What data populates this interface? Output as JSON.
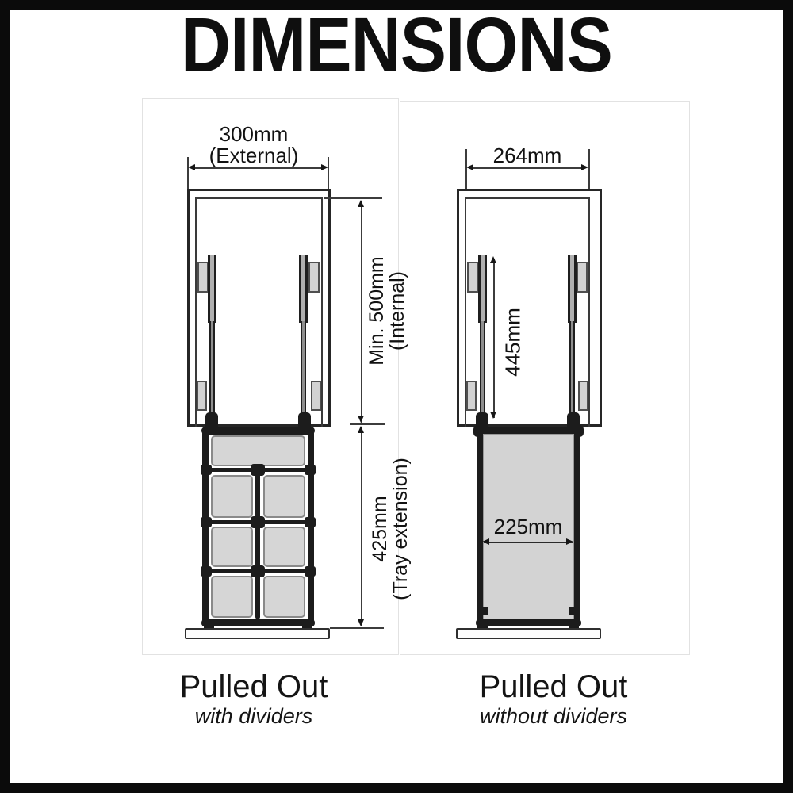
{
  "title": "DIMENSIONS",
  "left_diagram": {
    "external_width": {
      "line1": "300mm",
      "line2": "(External)"
    },
    "internal_height": {
      "line1": "Min. 500mm",
      "line2": "(Internal)"
    },
    "tray_extension": {
      "line1": "425mm",
      "line2": "(Tray extension)"
    },
    "caption": "Pulled Out",
    "subcaption": "with dividers"
  },
  "right_diagram": {
    "width": "264mm",
    "runner_height": "445mm",
    "tray_width": "225mm",
    "caption": "Pulled Out",
    "subcaption": "without dividers"
  },
  "colors": {
    "page_border": "#0b0b0b",
    "background": "#ffffff",
    "drawing_line": "#262626",
    "dark_parts": "#1c1c1c",
    "gray_fill": "#d2d2d2",
    "tray_cell_fill": "#d6d6d6",
    "dimension_line": "#3c3c3c",
    "text": "#121212"
  }
}
